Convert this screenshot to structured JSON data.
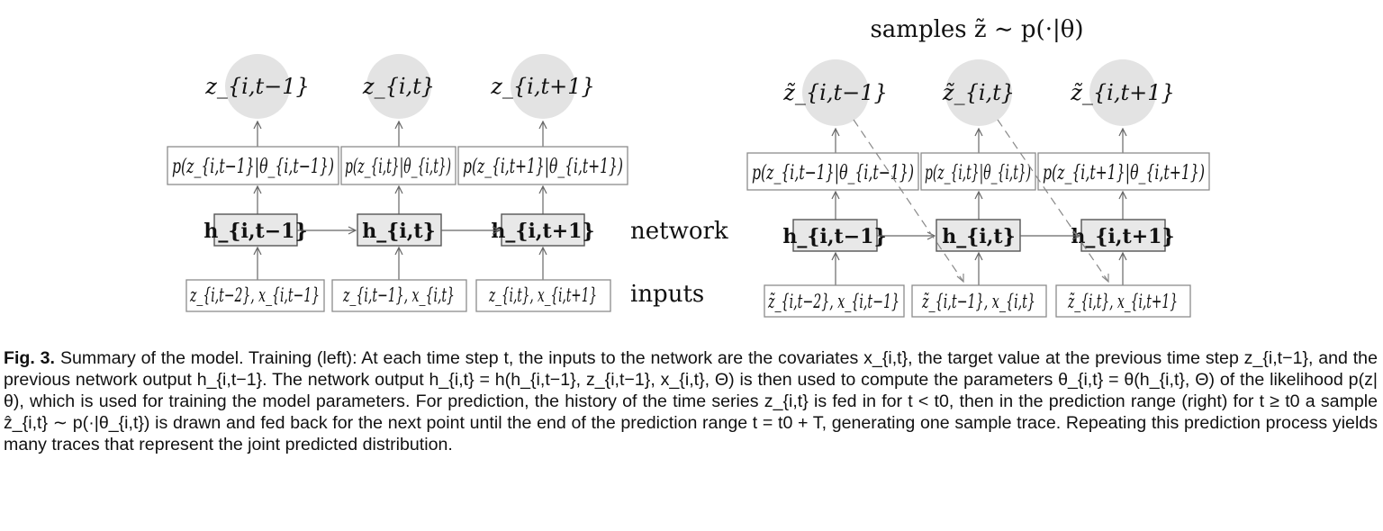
{
  "right_panel_title": "samples z̃ ∼ p(·|θ)",
  "left_panel": {
    "targets": [
      "z_{i,t−1}",
      "z_{i,t}",
      "z_{i,t+1}"
    ],
    "likelihoods": [
      "p(z_{i,t−1}|θ_{i,t−1})",
      "p(z_{i,t}|θ_{i,t})",
      "p(z_{i,t+1}|θ_{i,t+1})"
    ],
    "hidden": [
      "h_{i,t−1}",
      "h_{i,t}",
      "h_{i,t+1}"
    ],
    "inputs": [
      "z_{i,t−2}, x_{i,t−1}",
      "z_{i,t−1}, x_{i,t}",
      "z_{i,t}, x_{i,t+1}"
    ]
  },
  "row_labels": {
    "network": "network",
    "inputs": "inputs"
  },
  "right_panel": {
    "samples": [
      "z̃_{i,t−1}",
      "z̃_{i,t}",
      "z̃_{i,t+1}"
    ],
    "likelihoods": [
      "p(z_{i,t−1}|θ_{i,t−1})",
      "p(z_{i,t}|θ_{i,t})",
      "p(z_{i,t+1}|θ_{i,t+1})"
    ],
    "hidden": [
      "h_{i,t−1}",
      "h_{i,t}",
      "h_{i,t+1}"
    ],
    "inputs": [
      "z̃_{i,t−2}, x_{i,t−1}",
      "z̃_{i,t−1}, x_{i,t}",
      "z̃_{i,t}, x_{i,t+1}"
    ]
  },
  "caption": {
    "label": "Fig. 3.",
    "text": "Summary of the model. Training (left): At each time step t, the inputs to the network are the covariates x_{i,t}, the target value at the previous time step z_{i,t−1}, and the previous network output h_{i,t−1}. The network output h_{i,t} = h(h_{i,t−1}, z_{i,t−1}, x_{i,t}, Θ) is then used to compute the parameters θ_{i,t} = θ(h_{i,t}, Θ) of the likelihood p(z|θ), which is used for training the model parameters. For prediction, the history of the time series z_{i,t} is fed in for t < t0, then in the prediction range (right) for t ≥ t0 a sample ẑ_{i,t} ∼ p(·|θ_{i,t}) is drawn and fed back for the next point until the end of the prediction range t = t0 + T, generating one sample trace. Repeating this prediction process yields many traces that represent the joint predicted distribution."
  }
}
